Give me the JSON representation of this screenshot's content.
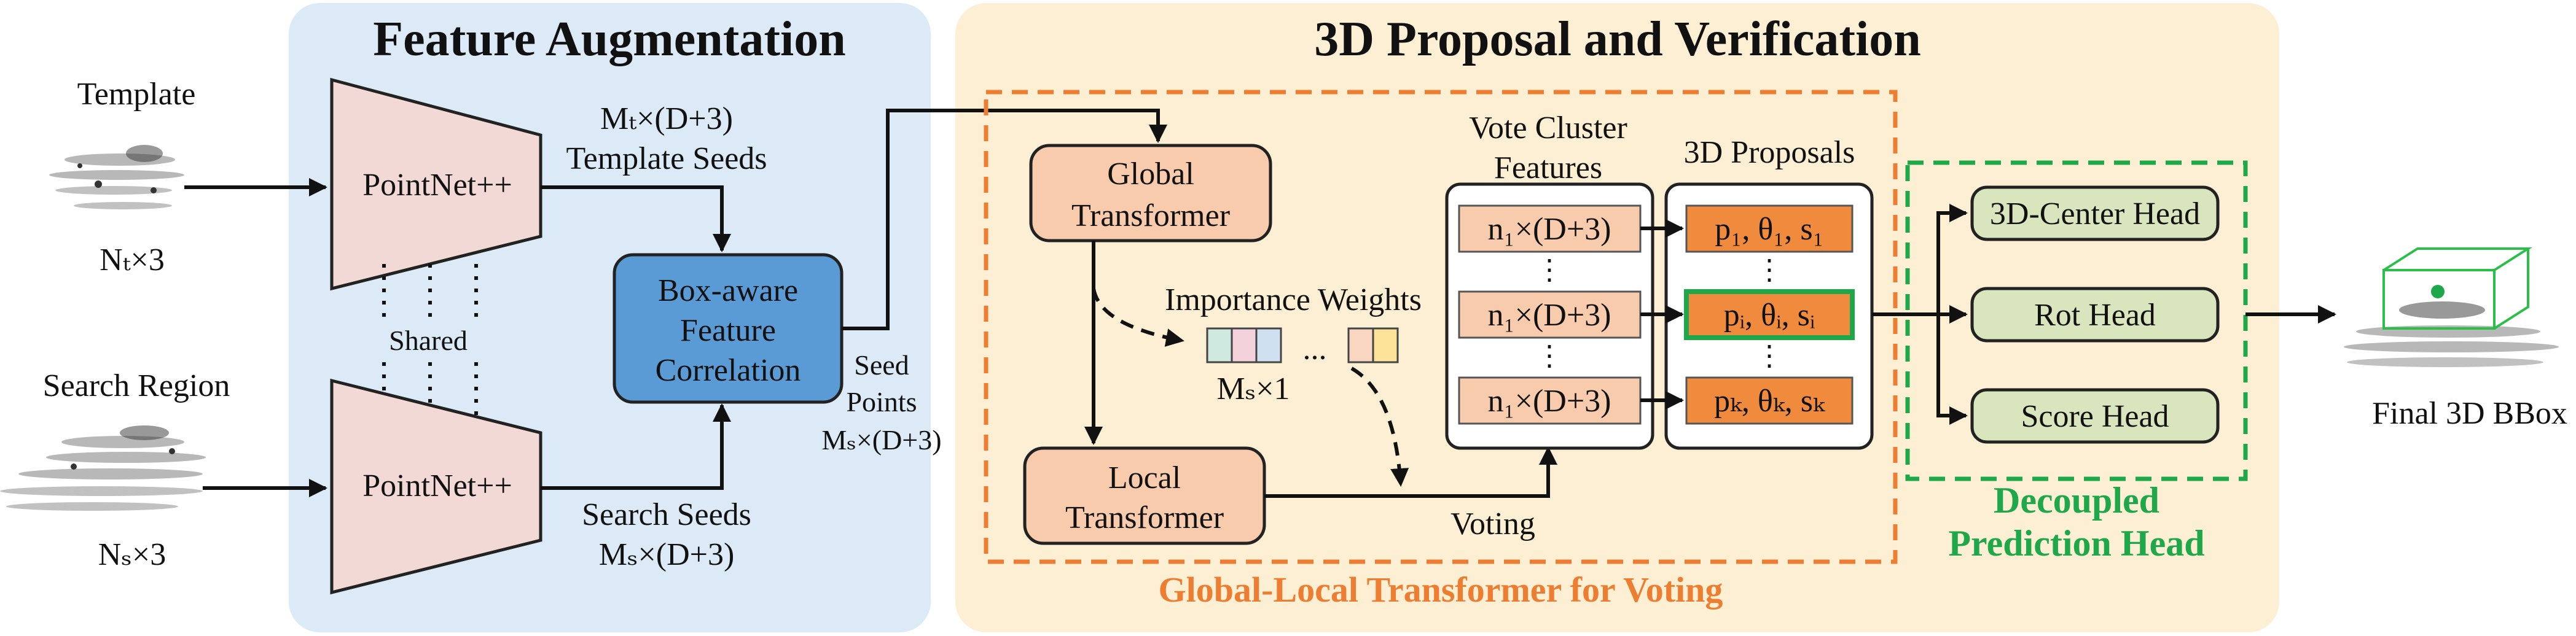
{
  "colors": {
    "feature_panel": "#dbeaf6",
    "proposal_panel": "#fcefd3",
    "pointnet": "#f3d9d6",
    "correlation": "#5b9bd5",
    "transformer": "#f8cbad",
    "proposal": "#f08b3d",
    "head": "#d8e5bd",
    "dashed_orange": "#ed7d31",
    "dashed_green": "#1fa84a"
  },
  "sections": {
    "feature_title": "Feature Augmentation",
    "proposal_title": "3D  Proposal and Verification",
    "global_local_title": "Global-Local Transformer for Voting",
    "decoupled_title_line1": "Decoupled",
    "decoupled_title_line2": "Prediction Head"
  },
  "inputs": {
    "template_label": "Template",
    "template_size": "Nₜ×3",
    "search_label": "Search Region",
    "search_size": "Nₛ×3"
  },
  "feature": {
    "pointnet_top": "PointNet++",
    "pointnet_bottom": "PointNet++",
    "shared": "Shared",
    "template_seeds_dim": "Mₜ×(D+3)",
    "template_seeds": "Template Seeds",
    "search_seeds": "Search Seeds",
    "search_seeds_dim": "Mₛ×(D+3)",
    "corr_line1": "Box-aware",
    "corr_line2": "Feature",
    "corr_line3": "Correlation",
    "seed_line1": "Seed",
    "seed_line2": "Points",
    "seed_dim": "Mₛ×(D+3)"
  },
  "transformer": {
    "global_line1": "Global",
    "global_line2": "Transformer",
    "local_line1": "Local",
    "local_line2": "Transformer",
    "importance": "Importance Weights",
    "importance_dim": "Mₛ×1",
    "dots": "...",
    "voting": "Voting",
    "weight_colors": [
      "#cfe8e0",
      "#f4d2dc",
      "#cfe0f1",
      "#f8d6c2",
      "#fde39a"
    ]
  },
  "vote": {
    "title_line1": "Vote Cluster",
    "title_line2": "Features",
    "rows": [
      "n₁×(D+3)",
      "n₁×(D+3)",
      "n₁×(D+3)"
    ],
    "vdots": "⋮"
  },
  "proposals": {
    "title": "3D Proposals",
    "rows": [
      "p₁, θ₁, s₁",
      "pᵢ, θᵢ, sᵢ",
      "pₖ, θₖ, sₖ"
    ],
    "vdots": "⋮"
  },
  "heads": [
    "3D-Center Head",
    "Rot Head",
    "Score Head"
  ],
  "output": {
    "label": "Final 3D BBox"
  }
}
